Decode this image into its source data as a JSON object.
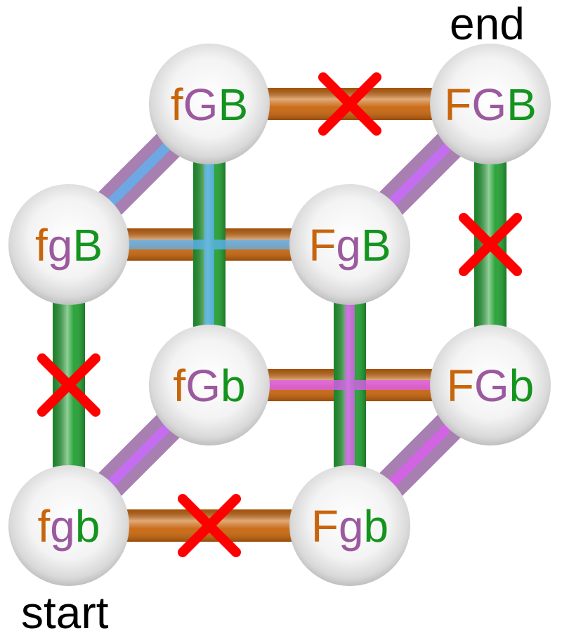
{
  "labels": {
    "start": "start",
    "end": "end"
  },
  "colors": {
    "f_gene": "#c8650c",
    "g_gene": "#9b5a9e",
    "b_gene": "#14941e",
    "f_edge": "#c8650c",
    "g_edge": "#22a032",
    "b_edge": "#a77fb1",
    "path_blue": "#5cb2f2",
    "path_magenta": "#de5cf2",
    "blocked": "#ff0000"
  },
  "nodes": [
    {
      "id": "fgb",
      "letters": [
        "f",
        "g",
        "b"
      ],
      "role": "start"
    },
    {
      "id": "Fgb",
      "letters": [
        "F",
        "g",
        "b"
      ]
    },
    {
      "id": "fGb",
      "letters": [
        "f",
        "G",
        "b"
      ]
    },
    {
      "id": "FGb",
      "letters": [
        "F",
        "G",
        "b"
      ]
    },
    {
      "id": "fgB",
      "letters": [
        "f",
        "g",
        "B"
      ]
    },
    {
      "id": "FgB",
      "letters": [
        "F",
        "g",
        "B"
      ]
    },
    {
      "id": "fGB",
      "letters": [
        "f",
        "G",
        "B"
      ]
    },
    {
      "id": "FGB",
      "letters": [
        "F",
        "G",
        "B"
      ],
      "role": "end"
    }
  ],
  "edges": [
    {
      "from": "fgb",
      "to": "Fgb",
      "gene": "F",
      "blocked": true
    },
    {
      "from": "fGb",
      "to": "FGb",
      "gene": "F",
      "blocked": false
    },
    {
      "from": "fgB",
      "to": "FgB",
      "gene": "F",
      "blocked": false
    },
    {
      "from": "fGB",
      "to": "FGB",
      "gene": "F",
      "blocked": true
    },
    {
      "from": "fgb",
      "to": "fgB",
      "gene": "B",
      "blocked": true
    },
    {
      "from": "Fgb",
      "to": "FgB",
      "gene": "B",
      "blocked": false
    },
    {
      "from": "fGb",
      "to": "fGB",
      "gene": "B",
      "blocked": false
    },
    {
      "from": "FGb",
      "to": "FGB",
      "gene": "B",
      "blocked": true
    },
    {
      "from": "fgb",
      "to": "fGb",
      "gene": "G",
      "blocked": false
    },
    {
      "from": "Fgb",
      "to": "FGb",
      "gene": "G",
      "blocked": false
    },
    {
      "from": "fgB",
      "to": "fGB",
      "gene": "G",
      "blocked": false
    },
    {
      "from": "FgB",
      "to": "FGB",
      "gene": "G",
      "blocked": false
    }
  ],
  "paths": [
    {
      "name": "blue",
      "color": "#5cb2f2",
      "route": [
        "fgb",
        "fGb",
        "fGB",
        "fgB",
        "FgB",
        "FGB"
      ]
    },
    {
      "name": "magenta",
      "color": "#de5cf2",
      "route": [
        "fgb",
        "fGb",
        "FGb",
        "Fgb",
        "FgB",
        "FGB"
      ]
    }
  ]
}
